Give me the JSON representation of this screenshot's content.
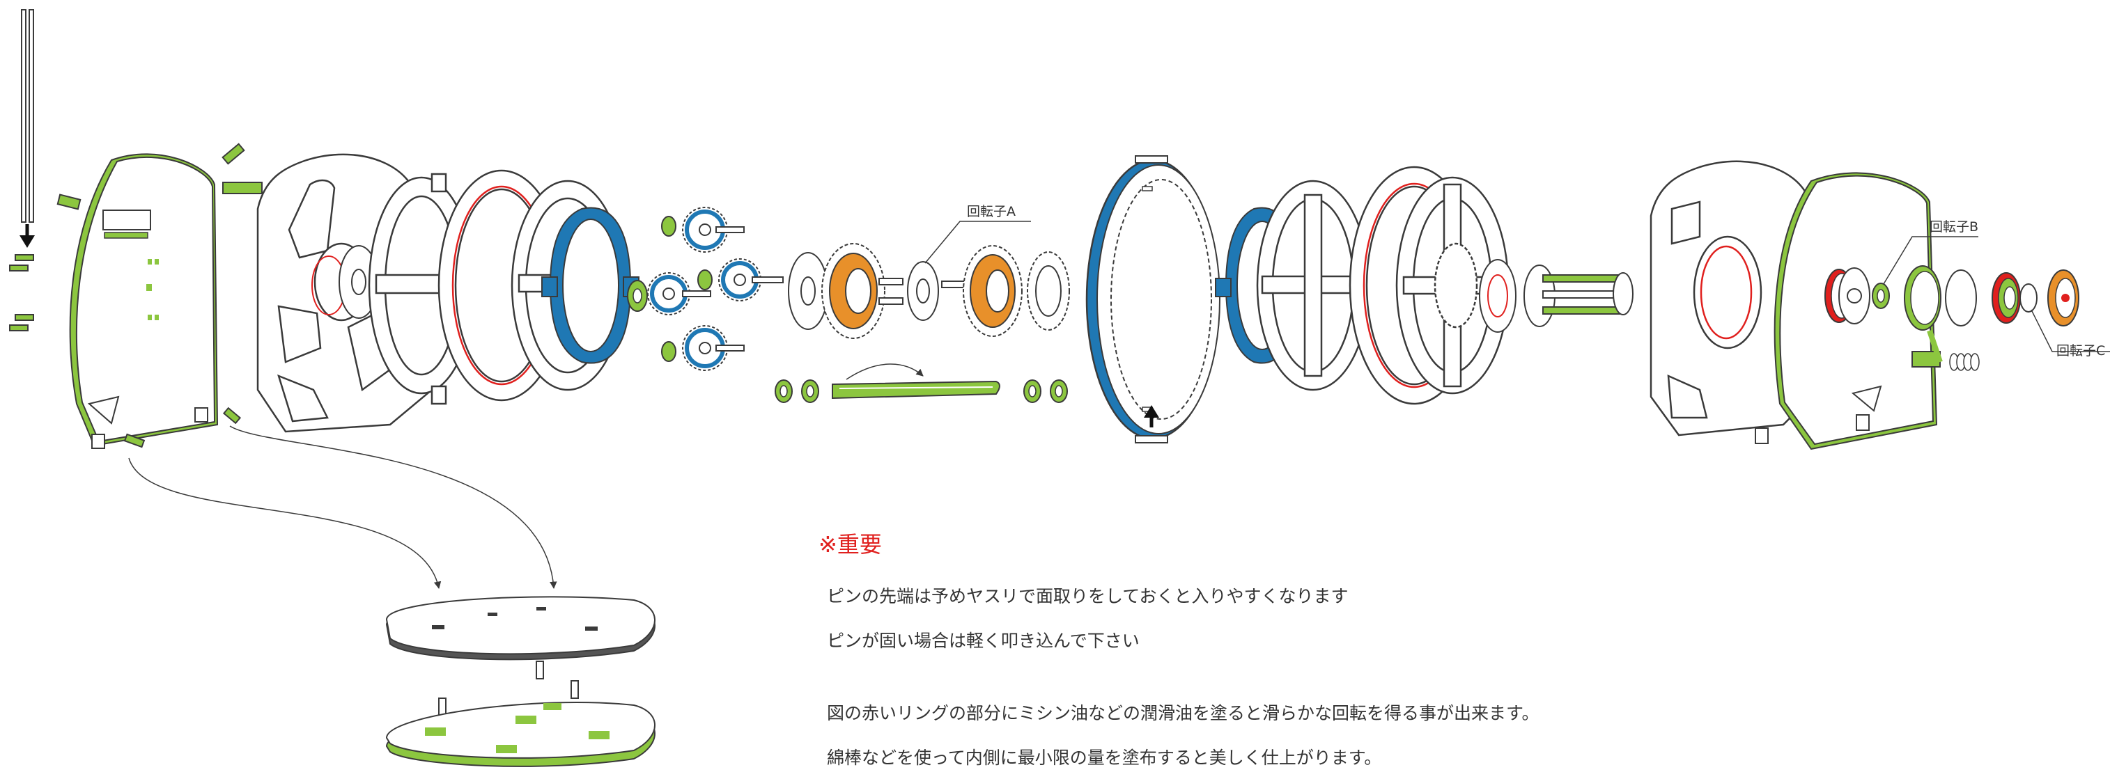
{
  "colors": {
    "outline": "#3a3a3a",
    "plate_fill": "#ffffff",
    "edge_green": "#8cc63f",
    "gear_blue": "#1f78b4",
    "gear_orange": "#e8902a",
    "oil_ring_red": "#e0201e",
    "heading_red": "#e0201e",
    "text": "#333333"
  },
  "callouts": {
    "rotor_a": "回転子A",
    "rotor_b": "回転子B",
    "rotor_c": "回転子C"
  },
  "notes": {
    "heading": "※重要",
    "lines": [
      "ピンの先端は予めヤスリで面取りをしておくと入りやすくなります",
      "ピンが固い場合は軽く叩き込んで下さい",
      "図の赤いリングの部分にミシン油などの潤滑油を塗ると滑らかな回転を得る事が出来ます。",
      "綿棒などを使って内側に最小限の量を塗布すると美しく仕上がります。"
    ]
  }
}
